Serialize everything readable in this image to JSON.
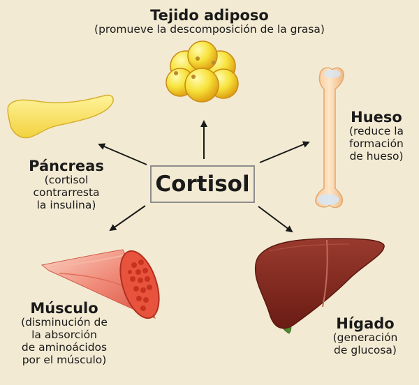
{
  "center": "Cortisol",
  "adipose": {
    "title": "Tejido adiposo",
    "sub": [
      "(promueve la descomposición de la grasa)"
    ]
  },
  "bone": {
    "title": "Hueso",
    "sub": [
      "(reduce la",
      "formación",
      "de hueso)"
    ]
  },
  "pancreas": {
    "title": "Páncreas",
    "sub": [
      "(cortisol",
      "contrarresta",
      "la insulina)"
    ]
  },
  "muscle": {
    "title": "Músculo",
    "sub": [
      "(disminución de",
      "la absorción",
      "de aminoácidos",
      "por el músculo)"
    ]
  },
  "liver": {
    "title": "Hígado",
    "sub": [
      "(generación",
      "de glucosa)"
    ]
  },
  "colors": {
    "background": "#f3ead3",
    "box_border": "#8d8d8d",
    "arrow": "#1a1a1a"
  }
}
